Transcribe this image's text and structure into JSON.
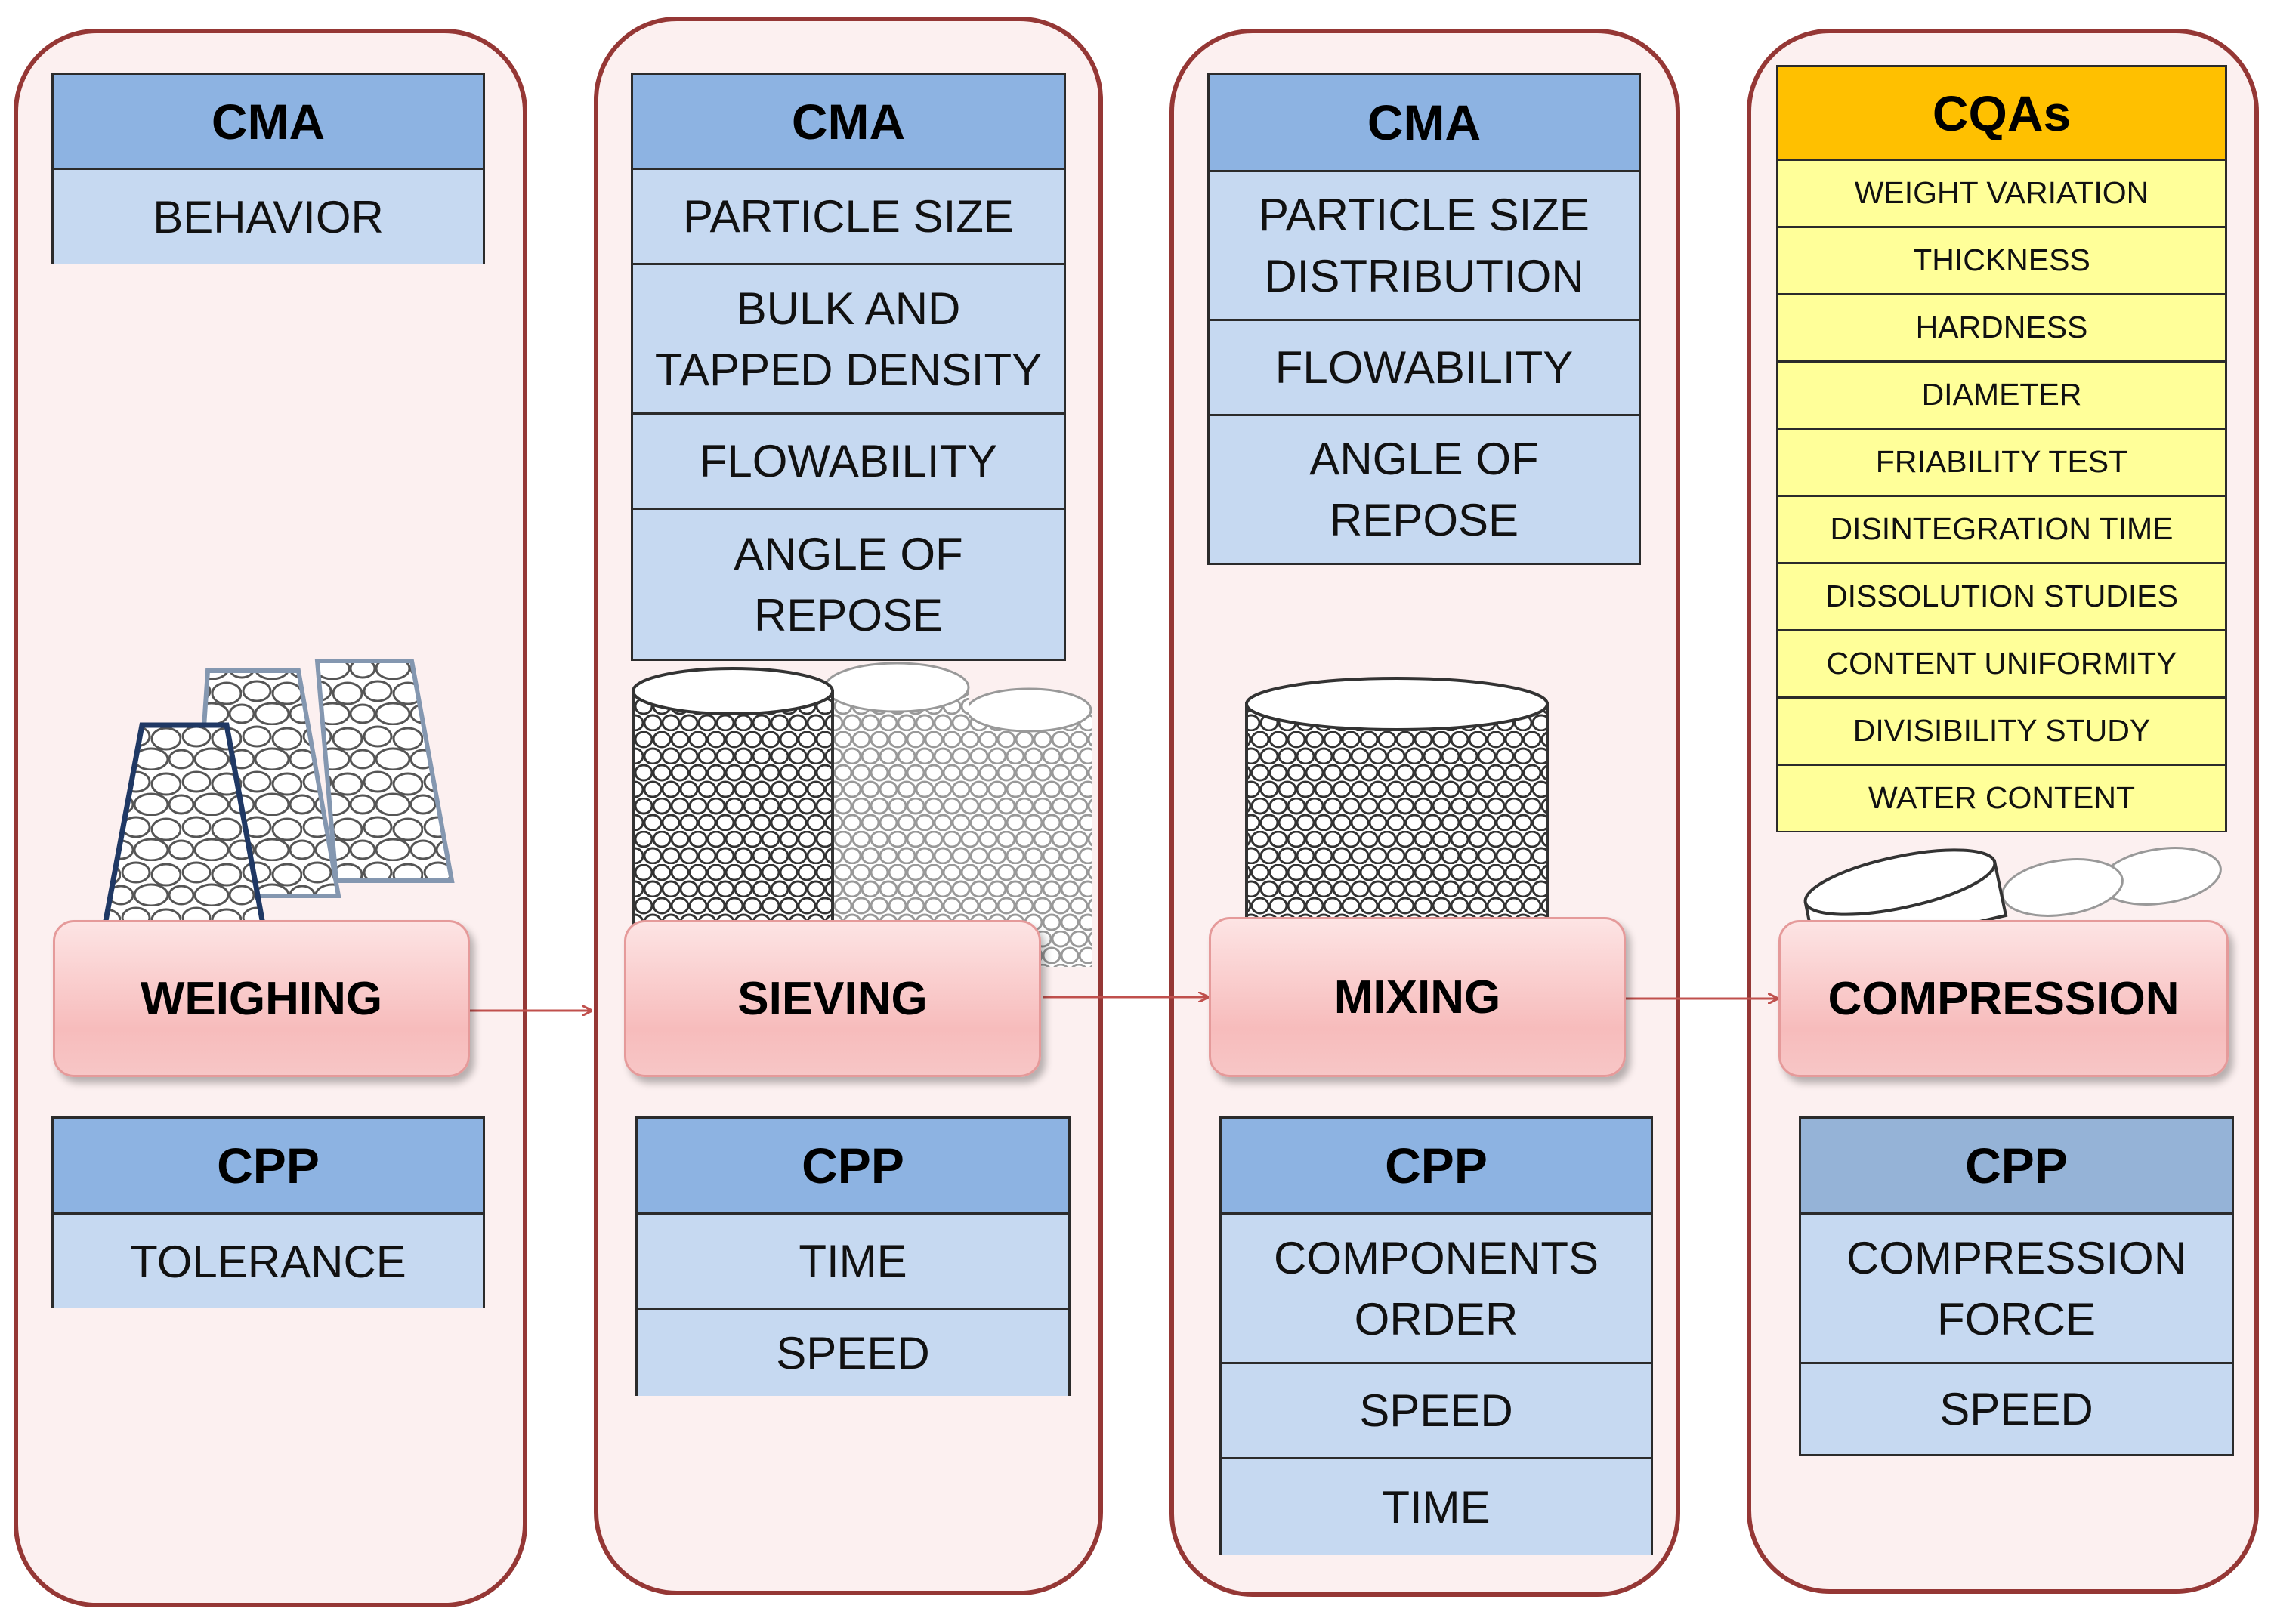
{
  "stages": [
    {
      "id": "weighing",
      "label": "WEIGHING",
      "cma": {
        "header": "CMA",
        "items": [
          "BEHAVIOR"
        ]
      },
      "cpp": {
        "header": "CPP",
        "items": [
          "TOLERANCE"
        ]
      },
      "illustration": "containers-with-granules-icon"
    },
    {
      "id": "sieving",
      "label": "SIEVING",
      "cma": {
        "header": "CMA",
        "items": [
          "PARTICLE SIZE",
          "BULK AND\nTAPPED DENSITY",
          "FLOWABILITY",
          "ANGLE OF\nREPOSE"
        ]
      },
      "cpp": {
        "header": "CPP",
        "items": [
          "TIME",
          "SPEED"
        ]
      },
      "illustration": "sieve-cylinders-icon"
    },
    {
      "id": "mixing",
      "label": "MIXING",
      "cma": {
        "header": "CMA",
        "items": [
          "PARTICLE SIZE\nDISTRIBUTION",
          "FLOWABILITY",
          "ANGLE OF\nREPOSE"
        ]
      },
      "cpp": {
        "header": "CPP",
        "items": [
          "COMPONENTS\nORDER",
          "SPEED",
          "TIME"
        ]
      },
      "illustration": "mixer-drum-icon"
    },
    {
      "id": "compression",
      "label": "COMPRESSION",
      "cqas": {
        "header": "CQAs",
        "items": [
          "WEIGHT VARIATION",
          "THICKNESS",
          "HARDNESS",
          "DIAMETER",
          "FRIABILITY TEST",
          "DISINTEGRATION TIME",
          "DISSOLUTION STUDIES",
          "CONTENT UNIFORMITY",
          "DIVISIBILITY STUDY",
          "WATER CONTENT"
        ]
      },
      "cpp": {
        "header": "CPP",
        "items": [
          "COMPRESSION\nFORCE",
          "SPEED"
        ]
      },
      "illustration": "tablets-icon"
    }
  ],
  "colors": {
    "panel_border": "#953735",
    "panel_fill": "#fcf0f0",
    "table_header": "#8db3e2",
    "table_row": "#c6d9f1",
    "cqa_header": "#ffc000",
    "cqa_row": "#ffff99",
    "step_fill": "#f7bcbc",
    "arrow": "#c0504d"
  }
}
